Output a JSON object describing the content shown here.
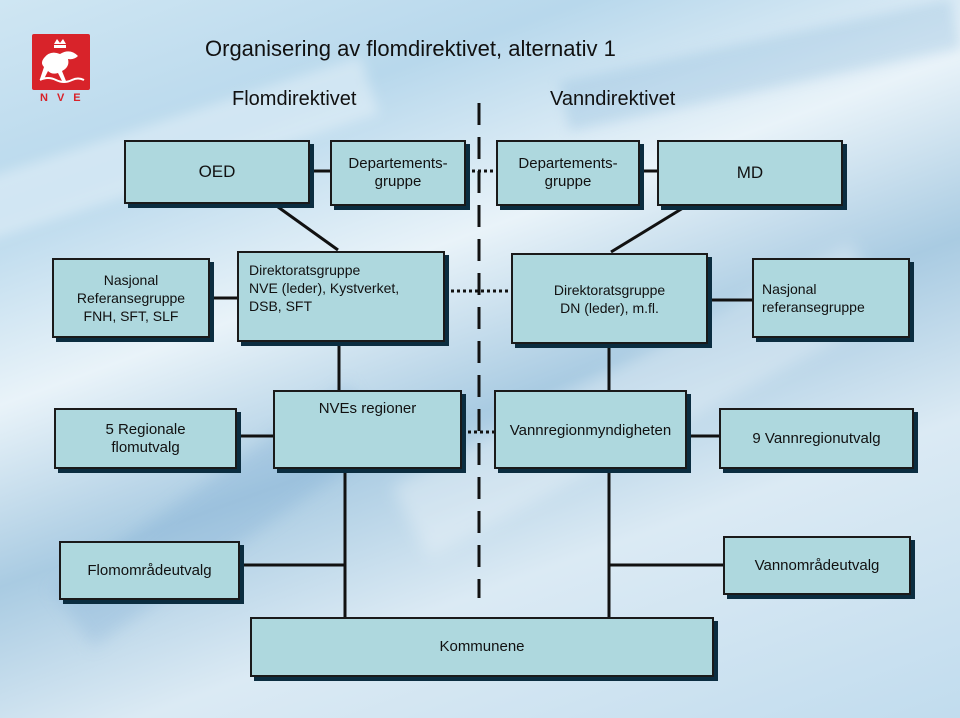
{
  "title": "Organisering av flomdirektivet, alternativ 1",
  "logo": {
    "text": "NVE"
  },
  "columns": {
    "left": "Flomdirektivet",
    "right": "Vanndirektivet"
  },
  "boxes": {
    "oed": "OED",
    "dep_left": "Departements-\ngruppe",
    "dep_right": "Departements-\ngruppe",
    "md": "MD",
    "nasjonal_left": "Nasjonal\nReferansegruppe\nFNH, SFT, SLF",
    "dir_left": "Direktoratsgruppe\nNVE (leder), Kystverket,\nDSB, SFT",
    "dir_right": "Direktoratsgruppe\nDN (leder), m.fl.",
    "nasjonal_right": "Nasjonal\nreferansegruppe",
    "regionale": "5 Regionale\nflomutvalg",
    "nves_regioner": "NVEs regioner",
    "vannregionmynd": "Vannregionmyndigheten",
    "vannregionutvalg": "9 Vannregionutvalg",
    "flomomrade": "Flomområdeutvalg",
    "vannomrade": "Vannområdeutvalg",
    "kommunene": "Kommunene"
  },
  "colors": {
    "box_fill": "#aed8de",
    "box_shadow": "#0b2d40",
    "logo_red": "#d8232a"
  }
}
